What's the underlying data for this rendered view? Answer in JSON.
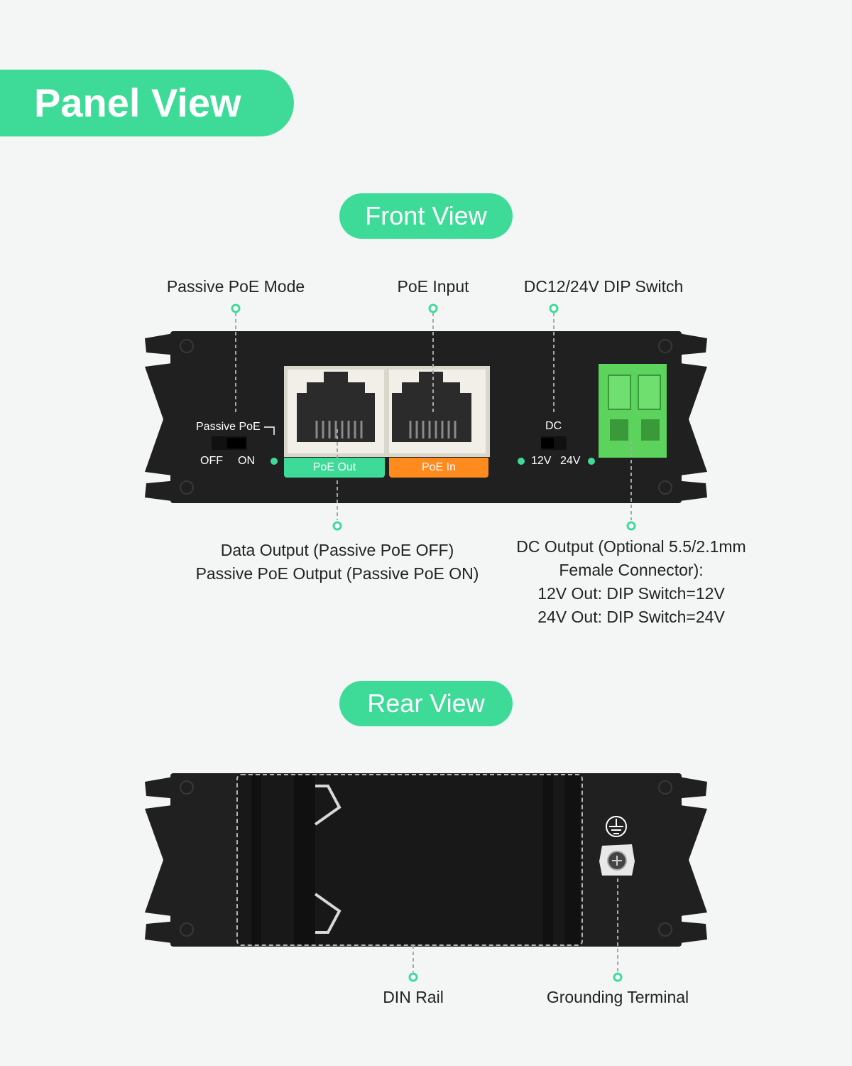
{
  "header": {
    "title": "Panel View"
  },
  "front": {
    "heading": "Front View",
    "callouts": {
      "passive_poe_mode": "Passive PoE Mode",
      "poe_input": "PoE Input",
      "dip_switch": "DC12/24V DIP Switch",
      "data_output": [
        "Data Output (Passive PoE OFF)",
        "Passive PoE Output (Passive PoE ON)"
      ],
      "dc_output": [
        "DC Output (Optional 5.5/2.1mm",
        "Female Connector):",
        "12V Out: DIP Switch=12V",
        "24V Out: DIP Switch=24V"
      ]
    },
    "panel": {
      "passive_poe_label": "Passive PoE",
      "off_label": "OFF",
      "on_label": "ON",
      "port_out_label": "PoE Out",
      "port_in_label": "PoE In",
      "dc_label": "DC",
      "v12_label": "12V",
      "v24_label": "24V"
    }
  },
  "rear": {
    "heading": "Rear View",
    "callouts": {
      "din_rail": "DIN Rail",
      "grounding": "Grounding Terminal"
    },
    "ground_symbol_icon": "earth-ground-icon"
  },
  "colors": {
    "accent": "#3edb98",
    "port_out": "#3edb98",
    "port_in": "#ff8a1e",
    "terminal": "#5cd35c",
    "device_body": "#202020"
  }
}
